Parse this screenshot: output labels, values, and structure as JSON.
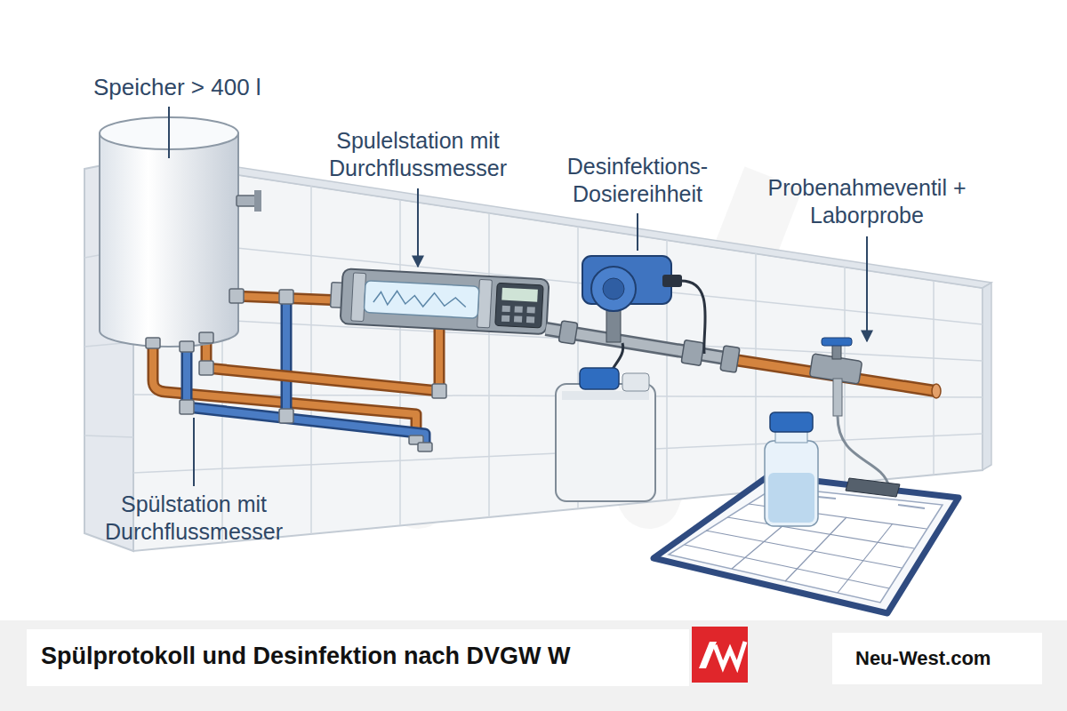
{
  "diagram": {
    "caption": "Spülprotokoll und Desinfektion nach DVGW W",
    "labels": [
      "Speicher > 400 l",
      "Spulelstation mit Durchflussmesser",
      "Desinfektions- Dosiereihheit",
      "Probenahmeventil + Laborprobe",
      "Spülstation mit Durchflussmesser",
      "Neu-West.com"
    ]
  }
}
